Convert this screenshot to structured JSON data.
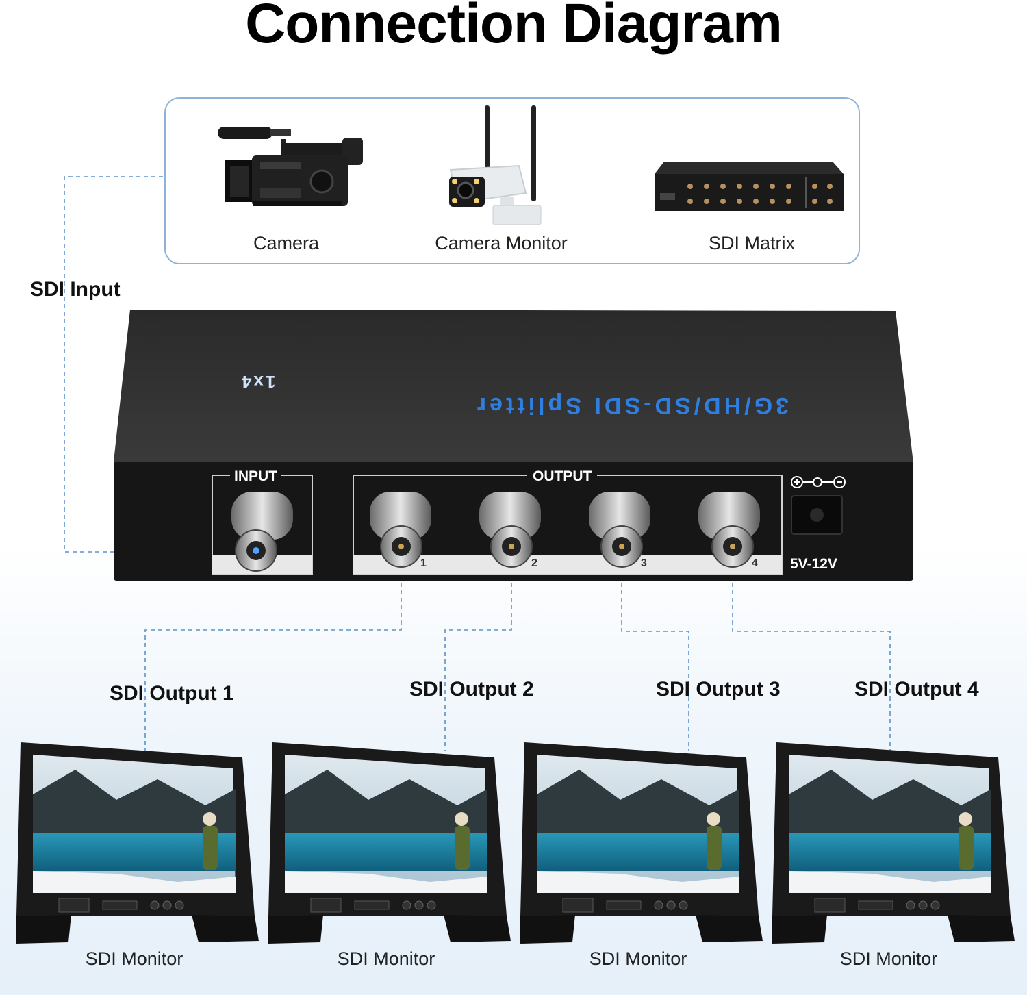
{
  "title": "Connection Diagram",
  "sources": [
    {
      "label": "Camera",
      "icon": "camcorder-icon"
    },
    {
      "label": "Camera Monitor",
      "icon": "security-camera-icon"
    },
    {
      "label": "SDI Matrix",
      "icon": "sdi-matrix-icon"
    }
  ],
  "input_label": "SDI Input",
  "device": {
    "model": "1x4",
    "name": "3G/HD/SD-SDI Splitter",
    "input_port": "INPUT",
    "output_group": "OUTPUT",
    "power": "5V-12V",
    "output_numbers": [
      "1",
      "2",
      "3",
      "4"
    ],
    "body_color": "#1c1c1c",
    "text_color": "#2f7fe0"
  },
  "outputs": [
    {
      "label": "SDI Output 1",
      "monitor": "SDI Monitor"
    },
    {
      "label": "SDI Output 2",
      "monitor": "SDI Monitor"
    },
    {
      "label": "SDI Output 3",
      "monitor": "SDI Monitor"
    },
    {
      "label": "SDI Output 4",
      "monitor": "SDI Monitor"
    }
  ],
  "line_color": "#5b93c8"
}
